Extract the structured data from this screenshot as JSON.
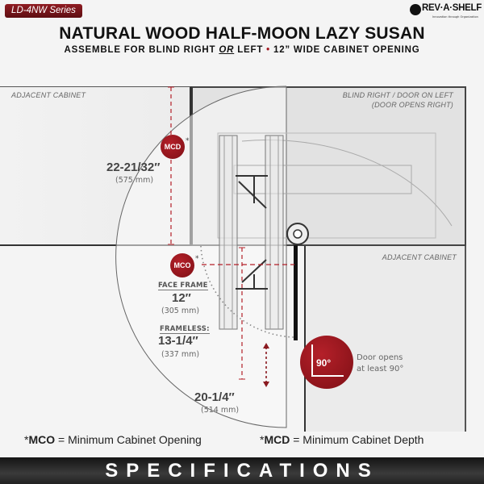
{
  "header": {
    "series_badge": "LD-4NW Series",
    "brand": "REV·A·SHELF",
    "brand_tagline": "Innovation through Organization",
    "title": "NATURAL WOOD HALF-MOON LAZY SUSAN",
    "subtitle_part1": "ASSEMBLE FOR BLIND RIGHT ",
    "subtitle_or": "OR",
    "subtitle_part2": " LEFT ",
    "subtitle_dot": "•",
    "subtitle_part3": " 12” WIDE CABINET OPENING"
  },
  "diagram": {
    "adjacent_cabinet_left": "ADJACENT CABINET",
    "blind_label_line1": "BLIND RIGHT / DOOR ON LEFT",
    "blind_label_line2": "(DOOR OPENS RIGHT)",
    "adjacent_cabinet_right": "ADJACENT CABINET",
    "mcd": {
      "badge": "MCD",
      "asterisk": "*",
      "value": "22-21/32″",
      "mm": "(575 mm)"
    },
    "mco": {
      "badge": "MCO",
      "asterisk": "*",
      "face_frame_label": "FACE FRAME",
      "face_frame_value": "12″",
      "face_frame_mm": "(305 mm)",
      "frameless_label": "FRAMELESS:",
      "frameless_value": "13-1/4″",
      "frameless_mm": "(337 mm)"
    },
    "width_value": "20-1/4″",
    "width_mm": "(514 mm)",
    "door_badge": "90°",
    "door_note_line1": "Door opens",
    "door_note_line2": "at least 90°"
  },
  "legend": {
    "mco_prefix": "*",
    "mco_abbr": "MCO",
    "mco_text": " = Minimum Cabinet Opening",
    "mcd_prefix": "*",
    "mcd_abbr": "MCD",
    "mcd_text": " = Minimum Cabinet Depth"
  },
  "footer": {
    "label": "SPECIFICATIONS"
  },
  "colors": {
    "accent_red": "#a3161f",
    "dark_red": "#7e0f15",
    "text_dark": "#111111",
    "gray": "#666666"
  }
}
